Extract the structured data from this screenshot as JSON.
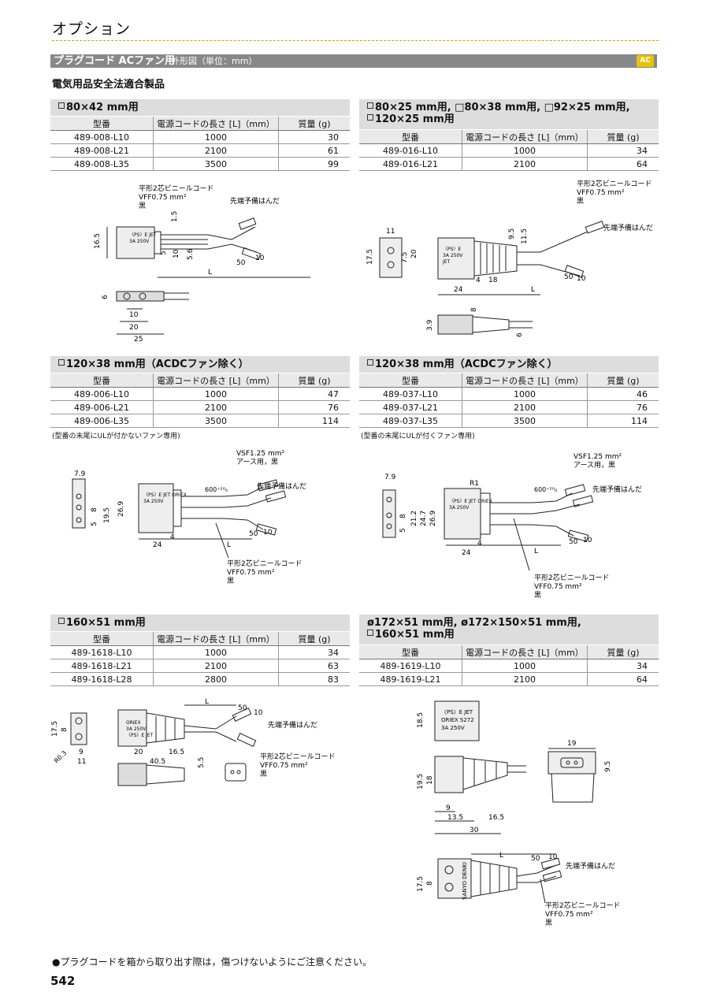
{
  "page": {
    "title": "オプション",
    "bar_title": "プラグコード ACファン用",
    "bar_sub": "外形図（単位：mm）",
    "badge": "AC",
    "subheading": "電気用品安全法適合製品",
    "footer_note": "●プラグコードを箱から取り出す際は，傷つけないようにご注意ください。",
    "page_number": "542"
  },
  "columns": {
    "model": "型番",
    "length": "電源コードの長さ [L]（mm）",
    "weight": "質量 (g)"
  },
  "sections": [
    {
      "title": "80×42 mm用",
      "rows": [
        [
          "489-008-L10",
          "1000",
          "30"
        ],
        [
          "489-008-L21",
          "2100",
          "61"
        ],
        [
          "489-008-L35",
          "3500",
          "99"
        ]
      ]
    },
    {
      "title1": "80×25 mm用, □80×38 mm用, □92×25 mm用,",
      "title2": "120×25 mm用",
      "rows": [
        [
          "489-016-L10",
          "1000",
          "34"
        ],
        [
          "489-016-L21",
          "2100",
          "64"
        ]
      ]
    },
    {
      "title": "120×38 mm用（ACDCファン除く）",
      "rows": [
        [
          "489-006-L10",
          "1000",
          "47"
        ],
        [
          "489-006-L21",
          "2100",
          "76"
        ],
        [
          "489-006-L35",
          "3500",
          "114"
        ]
      ],
      "note": "(型番の末尾にULが付かないファン専用)"
    },
    {
      "title": "120×38 mm用（ACDCファン除く）",
      "rows": [
        [
          "489-037-L10",
          "1000",
          "46"
        ],
        [
          "489-037-L21",
          "2100",
          "76"
        ],
        [
          "489-037-L35",
          "3500",
          "114"
        ]
      ],
      "note": "(型番の末尾にULが付くファン専用)"
    },
    {
      "title": "160×51 mm用",
      "rows": [
        [
          "489-1618-L10",
          "1000",
          "34"
        ],
        [
          "489-1618-L21",
          "2100",
          "63"
        ],
        [
          "489-1618-L28",
          "2800",
          "83"
        ]
      ]
    },
    {
      "title1": "ø172×51 mm用, ø172×150×51 mm用,",
      "title2": "160×51 mm用",
      "rows": [
        [
          "489-1619-L10",
          "1000",
          "34"
        ],
        [
          "489-1619-L21",
          "2100",
          "64"
        ]
      ]
    }
  ],
  "labels": {
    "cord_2core": "平形2芯ビニールコード",
    "vff": "VFF0.75 mm²",
    "black": "黒",
    "tip_solder": "先端予備はんだ",
    "vsf": "VSF1.25 mm²",
    "earth": "アース用，黒",
    "L": "L"
  },
  "drawing_text": {
    "d1": {
      "dims": [
        "16.5",
        "1.5",
        "5",
        "10",
        "5.6",
        "50",
        "10",
        "6",
        "10",
        "20",
        "25"
      ],
      "plug": [
        "〈PS〉E JET",
        "3A 250V"
      ]
    },
    "d2": {
      "dims": [
        "11",
        "7.5",
        "17.5",
        "20",
        "9.5",
        "11.5",
        "4",
        "18",
        "24",
        "50",
        "10",
        "8",
        "3.9",
        "6"
      ],
      "plug": [
        "〈PS〉E",
        "3A 250V",
        "JET"
      ]
    },
    "d3": {
      "dims": [
        "7.9",
        "5",
        "8",
        "19.5",
        "26.9",
        "600⁺²⁰₀",
        "4",
        "24",
        "50",
        "10"
      ],
      "plug": [
        "〈PS〉E JET ORIEX",
        "3A 250V"
      ]
    },
    "d4": {
      "dims": [
        "7.9",
        "R1",
        "5",
        "8",
        "21.2",
        "24.7",
        "26.9",
        "600⁺²⁰₀",
        "4",
        "24",
        "50",
        "10"
      ],
      "plug": [
        "〈PS〉E JET ORIEX",
        "3A 250V"
      ]
    },
    "d5": {
      "dims": [
        "17.5",
        "8",
        "R0.3",
        "9",
        "11",
        "20",
        "16.5",
        "40.5",
        "5.5",
        "50",
        "10"
      ],
      "plug": [
        "ORIEX",
        "3A 250V",
        "〈PS〉E JET"
      ]
    },
    "d6": {
      "dims": [
        "18.5",
        "19",
        "9.5",
        "19.5",
        "18",
        "9",
        "13.5",
        "16.5",
        "30",
        "50",
        "10",
        "17.5",
        "8"
      ],
      "plug": [
        "〈PS〉E JET",
        "ORIEX S272",
        "3A 250V",
        "SANYO DENKI"
      ]
    }
  }
}
